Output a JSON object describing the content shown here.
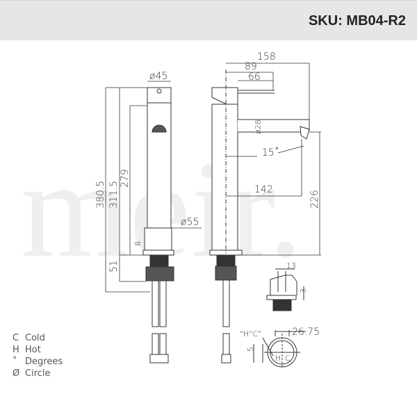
{
  "header": {
    "sku": "SKU: MB04-R2"
  },
  "watermark": "meir.",
  "dimensions": {
    "front_top_diameter": "ø45",
    "front_base_diameter": "ø55",
    "total_height": "380.5",
    "height_to_top": "311.5",
    "body_height": "279",
    "base_thickness": "8",
    "below_deck": "51",
    "reach_total": "158",
    "handle_reach": "89",
    "handle_length": "66",
    "spout_diameter": "ø28",
    "spout_angle": "15˚",
    "spout_reach": "142",
    "spout_height": "226",
    "detail_width": "13",
    "detail_height": "3",
    "hole_diameter": "26.75",
    "hc_label": "\"H\"C\"",
    "hc_offset": "5",
    "hot_mark": "H",
    "cold_mark": "C"
  },
  "legend": [
    {
      "symbol": "C",
      "label": "Cold"
    },
    {
      "symbol": "H",
      "label": "Hot"
    },
    {
      "symbol": "˚",
      "label": "Degrees"
    },
    {
      "symbol": "Ø",
      "label": "Circle"
    }
  ]
}
